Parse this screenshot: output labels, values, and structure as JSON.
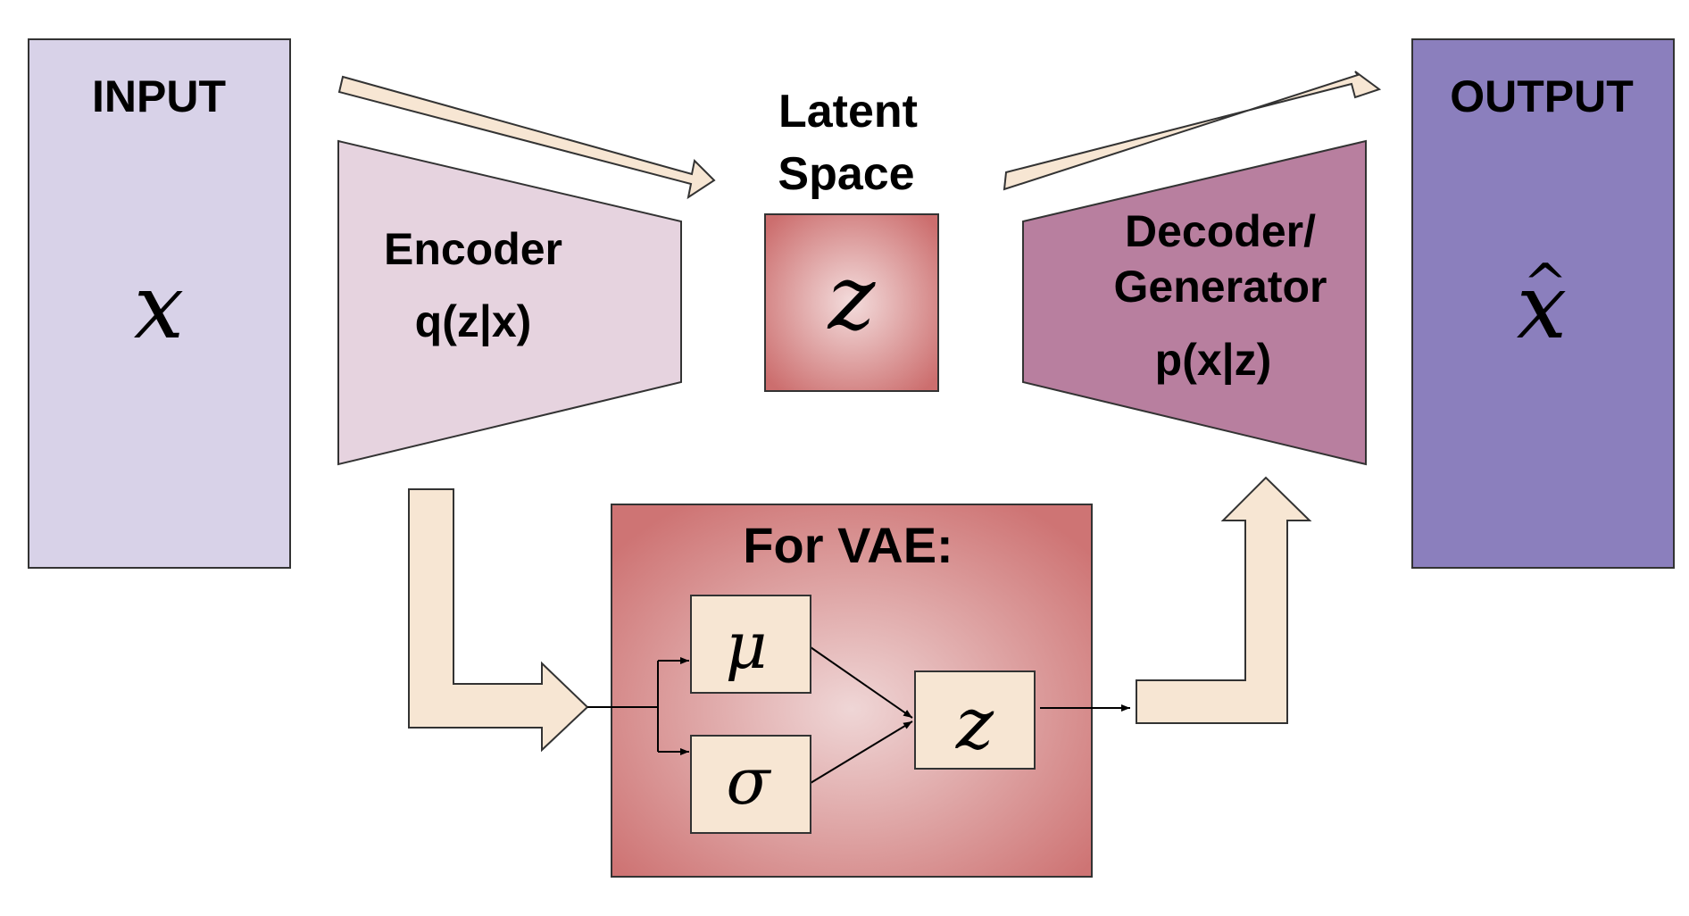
{
  "input": {
    "title": "INPUT",
    "symbol": "x",
    "fill": "#D8D2E8"
  },
  "output": {
    "title": "OUTPUT",
    "symbol": "x",
    "hat": "^",
    "fill": "#8B7FBD"
  },
  "encoder": {
    "line1": "Encoder",
    "line2": "q(z|x)",
    "fill": "#E6D3DF"
  },
  "decoder": {
    "line1": "Decoder/",
    "line2": "Generator",
    "line3": "p(x|z)",
    "fill": "#B87F9F"
  },
  "latent": {
    "line1": "Latent",
    "line2": "Space",
    "symbol": "z"
  },
  "vae": {
    "title": "For VAE:",
    "mu": "μ",
    "sigma": "σ",
    "z": "z"
  },
  "colors": {
    "arrow_fill": "#F7E6D3",
    "outline": "#222222",
    "latent_center": "#F3DCDC",
    "latent_edge": "#CC6E6E",
    "vae_center": "#EFD6D6",
    "vae_edge": "#CE7474",
    "node_fill": "#F7E6D3"
  }
}
